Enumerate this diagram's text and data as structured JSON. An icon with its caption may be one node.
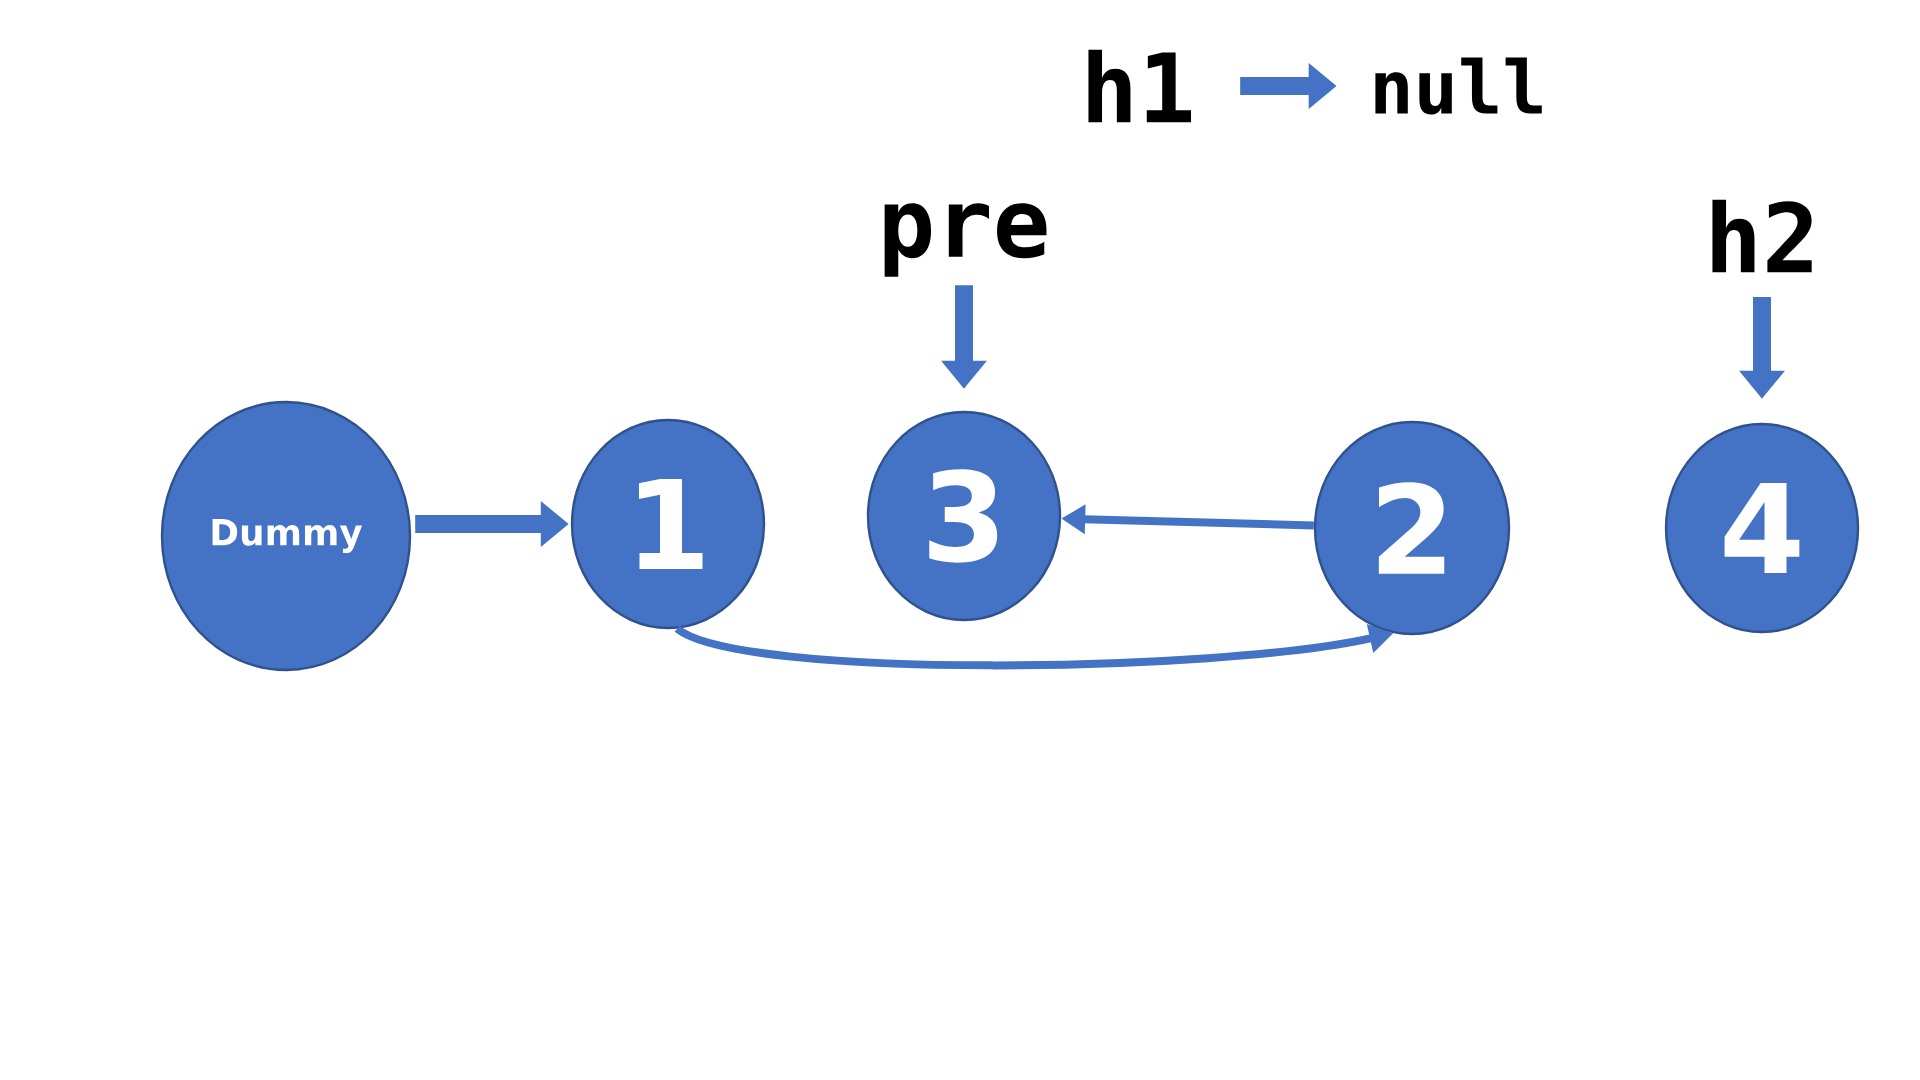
{
  "diagram": {
    "nodes": [
      {
        "text": [
          "Dummy"
        ]
      },
      {
        "text": [
          "1"
        ]
      },
      {
        "text": [
          "3"
        ]
      },
      {
        "text": [
          "2"
        ]
      },
      {
        "text": [
          "4"
        ]
      },
      {
        "text": [
          "pre"
        ]
      },
      {
        "text": [
          "h2"
        ]
      },
      {
        "text": [
          "h1"
        ]
      },
      {
        "text": [
          "null"
        ]
      }
    ],
    "edges": [
      {
        "from": 0,
        "to": 1,
        "arrow": "to"
      },
      {
        "from": 1,
        "to": 3,
        "arrow": "to"
      },
      {
        "from": 3,
        "to": 2,
        "arrow": "to"
      },
      {
        "from": 5,
        "to": 2,
        "arrow": "to"
      },
      {
        "from": 6,
        "to": 4,
        "arrow": "to"
      },
      {
        "from": 7,
        "to": 8,
        "arrow": "to"
      }
    ]
  }
}
